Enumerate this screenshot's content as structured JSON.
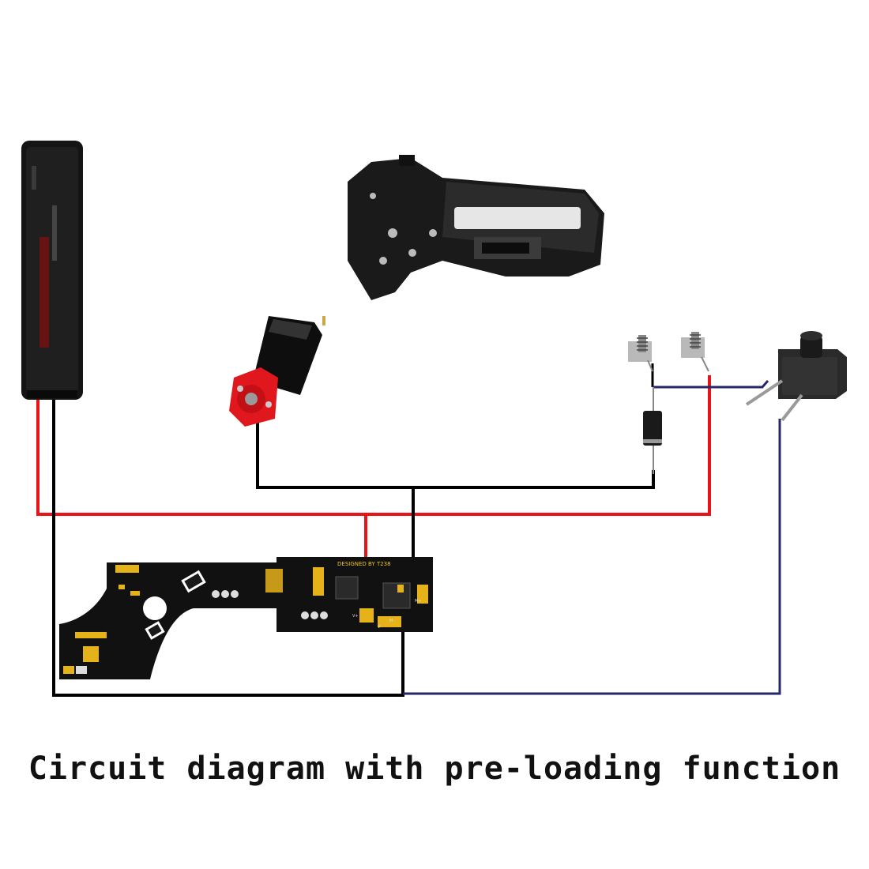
{
  "caption": "Circuit diagram with pre-loading function",
  "pcb": {
    "designer_label": "DESIGNED BY T238",
    "pad_labels": [
      "M+",
      "M-",
      "V+",
      "V-"
    ]
  },
  "wire_colors": {
    "positive": "#e8141a",
    "negative": "#000000",
    "signal": "#27276b"
  }
}
